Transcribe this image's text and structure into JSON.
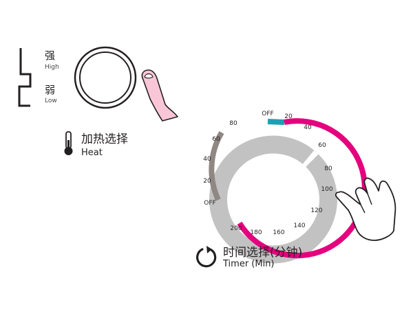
{
  "heat_power": {
    "high_cn": "强",
    "high_en": "High",
    "low_cn": "弱",
    "low_en": "Low"
  },
  "heat_select": {
    "title_cn": "加热选择",
    "title_en": "Heat"
  },
  "timer": {
    "title_cn": "时间选择(分钟)",
    "title_en": "Timer (Min)",
    "outer_ticks": [
      "OFF",
      "20",
      "40",
      "60",
      "80",
      "100",
      "120",
      "140",
      "160",
      "180",
      "200"
    ],
    "inner_ticks": [
      "OFF",
      "20",
      "40",
      "60",
      "80"
    ]
  },
  "colors": {
    "magenta_arc": "#e5007e",
    "teal_arc": "#1aa1b4",
    "gray_arc": "#8f8782",
    "dial_gray": "#c2c2c2",
    "finger_pink": "#f9c6d8"
  }
}
